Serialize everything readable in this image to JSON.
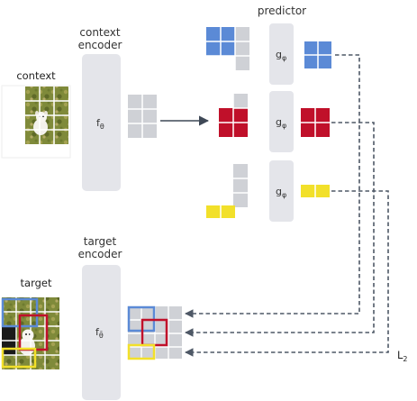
{
  "labels": {
    "context": "context",
    "context_encoder_line1": "context",
    "context_encoder_line2": "encoder",
    "predictor": "predictor",
    "target": "target",
    "target_encoder_line1": "target",
    "target_encoder_line2": "encoder",
    "loss": "L",
    "loss_sub": "2"
  },
  "symbols": {
    "context_encoder_base": "f",
    "context_encoder_sub": "θ",
    "target_encoder_base": "f",
    "target_encoder_sub": "θ̄",
    "predictor_base": "g",
    "predictor_sub": "φ"
  },
  "colors": {
    "blue": "#5b8ad6",
    "red": "#c0102a",
    "yellow": "#f2e02a",
    "gray_block": "#e4e5ea",
    "patch_gray": "#cfd1d6",
    "dashed_line": "#4e5866"
  }
}
